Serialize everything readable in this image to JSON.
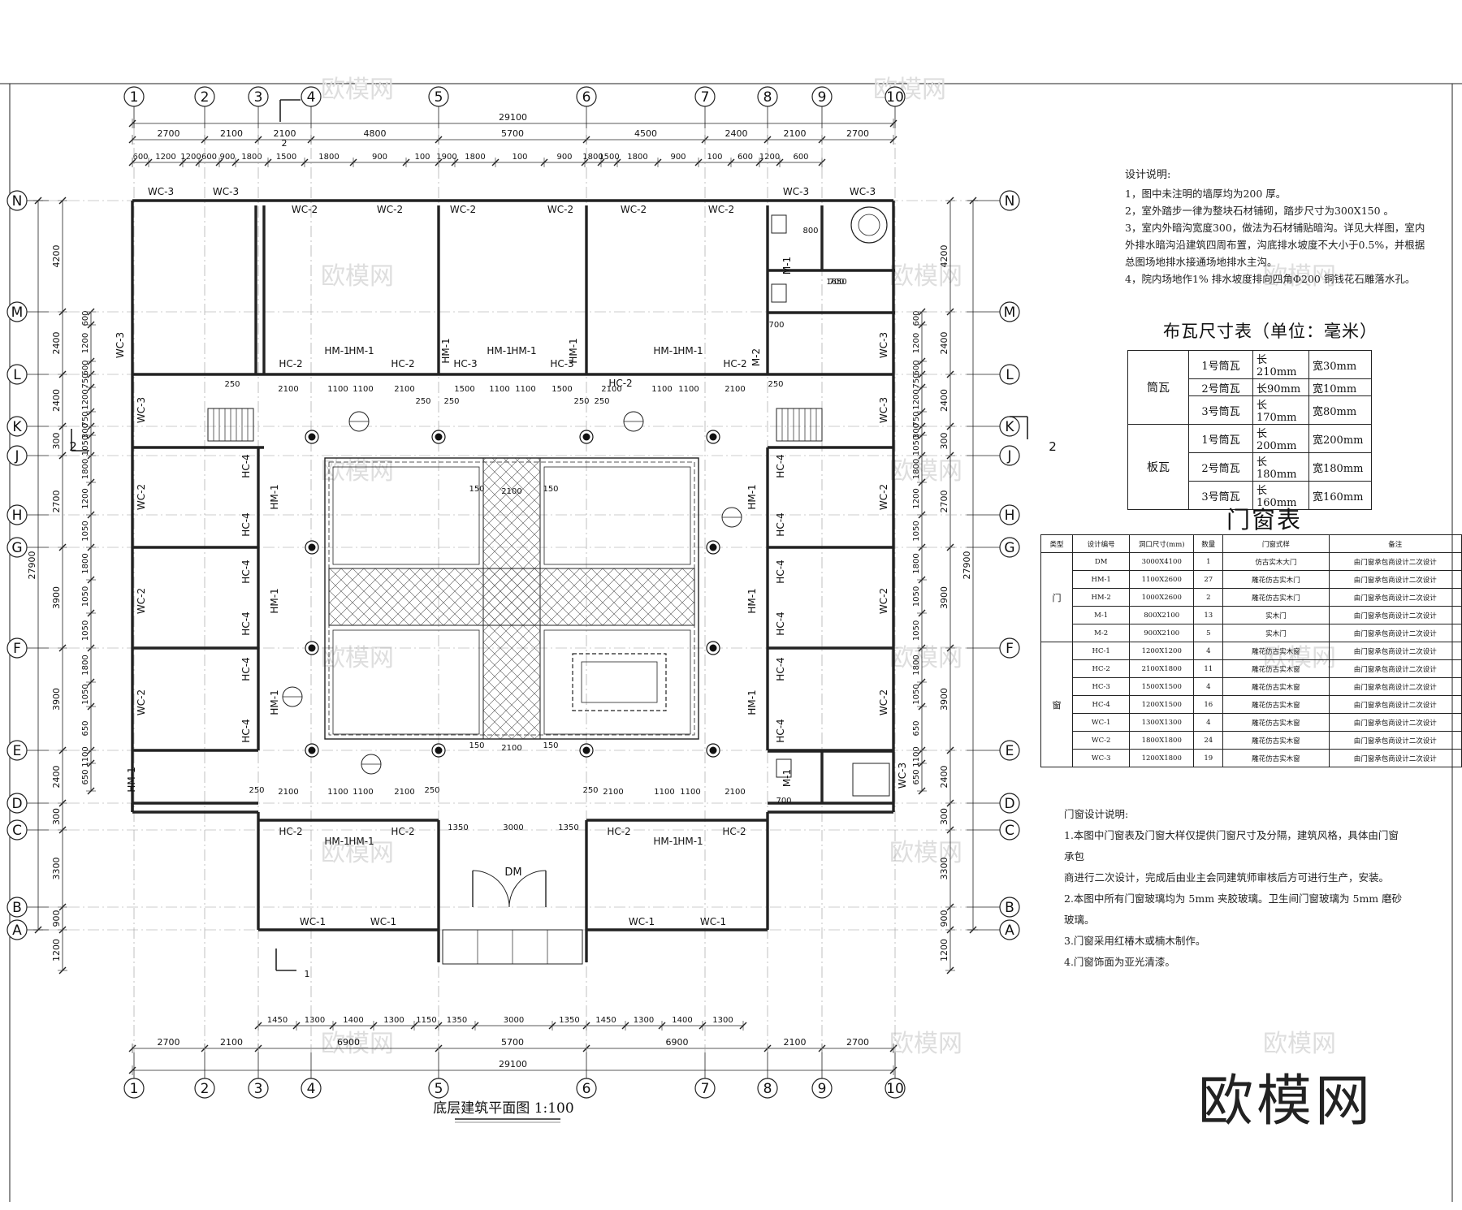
{
  "drawing": {
    "title": "底层建筑平面图",
    "scale": "1:100",
    "column_axes": [
      "1",
      "2",
      "3",
      "4",
      "5",
      "6",
      "7",
      "8",
      "9",
      "10"
    ],
    "row_axes": [
      "N",
      "M",
      "L",
      "K",
      "J",
      "H",
      "G",
      "F",
      "E",
      "D",
      "C",
      "B",
      "A"
    ],
    "total_width": "29100",
    "total_depth": "27900",
    "top_dims_major": [
      "2700",
      "2100",
      "2100",
      "4800",
      "5700",
      "4500",
      "2400",
      "2100",
      "2700"
    ],
    "top_dims_minor": [
      "600",
      "1200",
      "1200",
      "600",
      "900",
      "1800",
      "1500",
      "1800",
      "900",
      "100",
      "1900",
      "1800",
      "100",
      "900",
      "1800",
      "1500",
      "1800",
      "900",
      "100",
      "600",
      "1200",
      "600"
    ],
    "bottom_dims_minor": [
      "1450",
      "1300",
      "1400",
      "1300",
      "1150",
      "1350",
      "3000",
      "1350",
      "1450",
      "1300",
      "1400",
      "1300"
    ],
    "bottom_dims_major": [
      "2700",
      "2100",
      "6900",
      "5700",
      "6900",
      "2100",
      "2700"
    ],
    "left_dims_major": [
      "4200",
      "2400",
      "2400",
      "300",
      "2700",
      "3900",
      "3900",
      "2400",
      "300",
      "3300",
      "900",
      "1200"
    ],
    "left_dims_minor": [
      "600",
      "1200",
      "600",
      "750",
      "1200",
      "750",
      "300",
      "1050",
      "1800",
      "1200",
      "1050",
      "1800",
      "1050",
      "1050",
      "1800",
      "1050",
      "650",
      "1100",
      "650"
    ],
    "labels": {
      "wc1": "WC-1",
      "wc2": "WC-2",
      "wc3": "WC-3",
      "hc2": "HC-2",
      "hc3": "HC-3",
      "hc4": "HC-4",
      "hm1": "HM-1",
      "m1": "M-1",
      "m2": "M-2",
      "dm": "DM",
      "dim_2100": "2100",
      "dim_1100": "1100",
      "dim_1500": "1500",
      "dim_1350": "1350",
      "dim_3000": "3000",
      "dim_1650": "1650",
      "dim_250": "250",
      "dim_150": "150",
      "dim_800": "800",
      "dim_700": "700",
      "dim_1200": "1200"
    },
    "section_marks": [
      "2",
      "2",
      "1"
    ]
  },
  "notes": {
    "title": "设计说明:",
    "items": [
      "1，图中未注明的墙厚均为200 厚。",
      "2，室外踏步一律为整块石材铺砌，踏步尺寸为300X150 。",
      "3，室内外暗沟宽度300，做法为石材铺贴暗沟。详见大样图，室内",
      "外排水暗沟沿建筑四周布置，沟底排水坡度不大小于0.5%，并根据",
      "总图场地排水接通场地排水主沟。",
      "4，院内场地作1% 排水坡度排向四角Φ200 铜钱花石雕落水孔。"
    ]
  },
  "tile_table": {
    "title": "布瓦尺寸表（单位：毫米）",
    "groups": [
      {
        "name": "筒瓦",
        "rows": [
          [
            "1号筒瓦",
            "长210mm",
            "宽30mm"
          ],
          [
            "2号筒瓦",
            "长90mm",
            "宽10mm"
          ],
          [
            "3号筒瓦",
            "长170mm",
            "宽80mm"
          ]
        ]
      },
      {
        "name": "板瓦",
        "rows": [
          [
            "1号筒瓦",
            "长200mm",
            "宽200mm"
          ],
          [
            "2号筒瓦",
            "长180mm",
            "宽180mm"
          ],
          [
            "3号筒瓦",
            "长160mm",
            "宽160mm"
          ]
        ]
      }
    ]
  },
  "door_window_table": {
    "title": "门窗表",
    "headers": [
      "类型",
      "设计编号",
      "洞口尺寸(mm)",
      "数量",
      "门窗式样",
      "备注"
    ],
    "door_label": "门",
    "window_label": "窗",
    "doors": [
      [
        "DM",
        "3000X4100",
        "1",
        "仿古实木大门",
        "由门窗承包商设计二次设计"
      ],
      [
        "HM-1",
        "1100X2600",
        "27",
        "雕花仿古实木门",
        "由门窗承包商设计二次设计"
      ],
      [
        "HM-2",
        "1000X2600",
        "2",
        "雕花仿古实木门",
        "由门窗承包商设计二次设计"
      ],
      [
        "M-1",
        "800X2100",
        "13",
        "实木门",
        "由门窗承包商设计二次设计"
      ],
      [
        "M-2",
        "900X2100",
        "5",
        "实木门",
        "由门窗承包商设计二次设计"
      ]
    ],
    "windows": [
      [
        "HC-1",
        "1200X1200",
        "4",
        "雕花仿古实木窗",
        "由门窗承包商设计二次设计"
      ],
      [
        "HC-2",
        "2100X1800",
        "11",
        "雕花仿古实木窗",
        "由门窗承包商设计二次设计"
      ],
      [
        "HC-3",
        "1500X1500",
        "4",
        "雕花仿古实木窗",
        "由门窗承包商设计二次设计"
      ],
      [
        "HC-4",
        "1200X1500",
        "16",
        "雕花仿古实木窗",
        "由门窗承包商设计二次设计"
      ],
      [
        "WC-1",
        "1300X1300",
        "4",
        "雕花仿古实木窗",
        "由门窗承包商设计二次设计"
      ],
      [
        "WC-2",
        "1800X1800",
        "24",
        "雕花仿古实木窗",
        "由门窗承包商设计二次设计"
      ],
      [
        "WC-3",
        "1200X1800",
        "19",
        "雕花仿古实木窗",
        "由门窗承包商设计二次设计"
      ]
    ]
  },
  "dw_notes": {
    "title": "门窗设计说明:",
    "items": [
      "1.本图中门窗表及门窗大样仅提供门窗尺寸及分隔，建筑风格，具体由门窗承包",
      "商进行二次设计，完成后由业主会同建筑师审核后方可进行生产，安装。",
      "2.本图中所有门窗玻璃均为  5mm  夹胶玻璃。卫生间门窗玻璃为  5mm  磨砂玻璃。",
      "3.门窗采用红椿木或楠木制作。",
      "4.门窗饰面为亚光清漆。"
    ]
  },
  "logo": "欧模网",
  "watermark": "欧模网"
}
